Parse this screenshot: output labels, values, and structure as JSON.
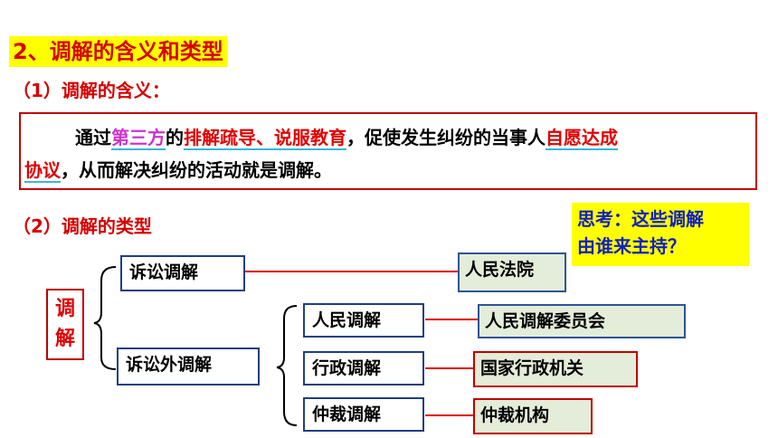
{
  "title": "2、调解的含义和类型",
  "meaning_heading": "（1）调解的含义：",
  "definition": {
    "p1": "通过",
    "k1": "第三方",
    "p2": "的",
    "k2": "排解疏导、说服教育",
    "p3": "，促使发生纠纷的当事人",
    "k3a": "自愿达成",
    "k3b": "协议",
    "p4": "，从而解决纠纷的活动就是调解。"
  },
  "types_heading": "（2）调解的类型",
  "think": {
    "line1": "思考：这些调解",
    "line2": "由谁来主持？"
  },
  "diagram": {
    "root_line1": "调",
    "root_line2": "解",
    "branch_litigation": "诉讼调解",
    "branch_non_litigation": "诉讼外调解",
    "sub_people": "人民调解",
    "sub_admin": "行政调解",
    "sub_arbitration": "仲裁调解",
    "host_court": "人民法院",
    "host_people_committee": "人民调解委员会",
    "host_admin_organ": "国家行政机关",
    "host_arbitration_org": "仲裁机构"
  },
  "colors": {
    "title_bg": "#ffff00",
    "heading_red": "#d60000",
    "keyword_magenta": "#cc33cc",
    "underline_cyan": "#3ab7d6",
    "think_blue": "#1020c0",
    "node_border_navy": "#1f3f7f",
    "leaf_fill_green": "#e4edd9"
  }
}
